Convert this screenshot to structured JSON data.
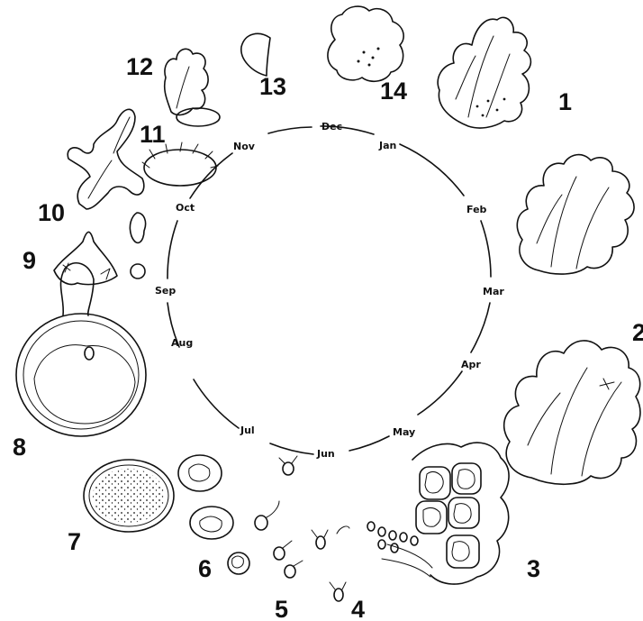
{
  "months": [
    "Dec",
    "Jan",
    "Feb",
    "Mar",
    "Apr",
    "May",
    "Jun",
    "Jul",
    "Aug",
    "Sep",
    "Oct",
    "Nov"
  ],
  "stage_numbers": [
    "1",
    "2",
    "3",
    "4",
    "5",
    "6",
    "7",
    "8",
    "9",
    "10",
    "11",
    "12",
    "13",
    "14"
  ]
}
